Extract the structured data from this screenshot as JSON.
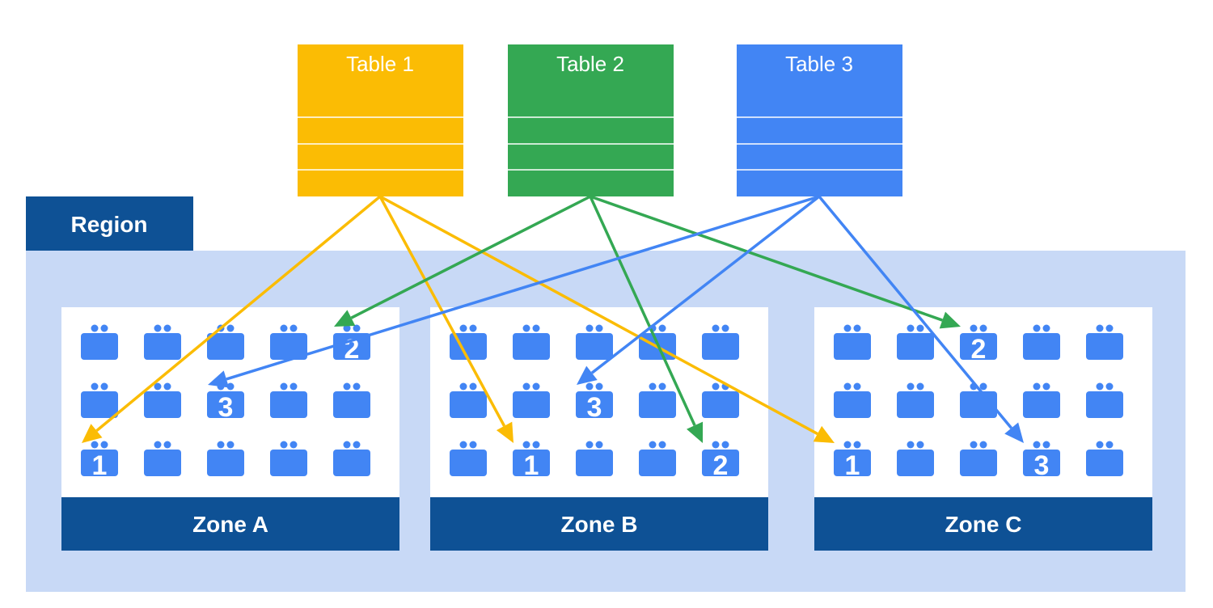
{
  "colors": {
    "table_yellow": "#FBBC04",
    "table_green": "#34A853",
    "table_blue": "#4285F4",
    "region_bg": "#C8D9F6",
    "region_tab": "#0E5195",
    "zone_bar": "#0E5195",
    "node": "#4285F4",
    "zone_bg": "#FFFFFF"
  },
  "region": {
    "label": "Region"
  },
  "tables": [
    {
      "id": "t1",
      "title": "Table 1",
      "color": "#FBBC04"
    },
    {
      "id": "t2",
      "title": "Table 2",
      "color": "#34A853"
    },
    {
      "id": "t3",
      "title": "Table 3",
      "color": "#4285F4"
    }
  ],
  "zones": [
    {
      "id": "A",
      "label": "Zone A",
      "numbered_nodes": [
        {
          "row": 0,
          "col": 4,
          "number": "2"
        },
        {
          "row": 1,
          "col": 2,
          "number": "3"
        },
        {
          "row": 2,
          "col": 0,
          "number": "1"
        }
      ]
    },
    {
      "id": "B",
      "label": "Zone B",
      "numbered_nodes": [
        {
          "row": 1,
          "col": 2,
          "number": "3"
        },
        {
          "row": 2,
          "col": 1,
          "number": "1"
        },
        {
          "row": 2,
          "col": 4,
          "number": "2"
        }
      ]
    },
    {
      "id": "C",
      "label": "Zone C",
      "numbered_nodes": [
        {
          "row": 0,
          "col": 2,
          "number": "2"
        },
        {
          "row": 2,
          "col": 0,
          "number": "1"
        },
        {
          "row": 2,
          "col": 3,
          "number": "3"
        }
      ]
    }
  ],
  "arrows": [
    {
      "from": "t1",
      "zone": "A",
      "row": 2,
      "col": 0
    },
    {
      "from": "t1",
      "zone": "B",
      "row": 2,
      "col": 1
    },
    {
      "from": "t1",
      "zone": "C",
      "row": 2,
      "col": 0
    },
    {
      "from": "t2",
      "zone": "A",
      "row": 0,
      "col": 4
    },
    {
      "from": "t2",
      "zone": "B",
      "row": 2,
      "col": 4
    },
    {
      "from": "t2",
      "zone": "C",
      "row": 0,
      "col": 2
    },
    {
      "from": "t3",
      "zone": "A",
      "row": 1,
      "col": 2
    },
    {
      "from": "t3",
      "zone": "B",
      "row": 1,
      "col": 2
    },
    {
      "from": "t3",
      "zone": "C",
      "row": 2,
      "col": 3
    }
  ]
}
